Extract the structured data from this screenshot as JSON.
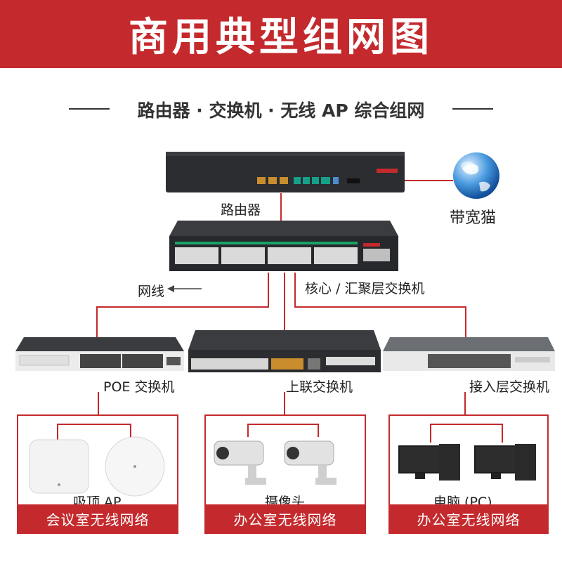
{
  "header": {
    "title": "商用典型组网图"
  },
  "subtitle": "路由器 · 交换机 · 无线 AP 综合组网",
  "devices": {
    "router": "路由器",
    "modem": "带宽猫",
    "cable": "网线",
    "core_switch": "核心 / 汇聚层交换机",
    "poe_switch": "POE 交换机",
    "uplink_switch": "上联交换机",
    "access_switch": "接入层交换机"
  },
  "endpoints": {
    "ap": "吸顶 AP",
    "camera": "摄像头",
    "pc": "电脑 (PC)"
  },
  "networks": {
    "left": "会议室无线网络",
    "middle": "办公室无线网络",
    "right": "办公室无线网络"
  },
  "colors": {
    "accent": "#c42a2d",
    "device": "#2b2d30"
  }
}
